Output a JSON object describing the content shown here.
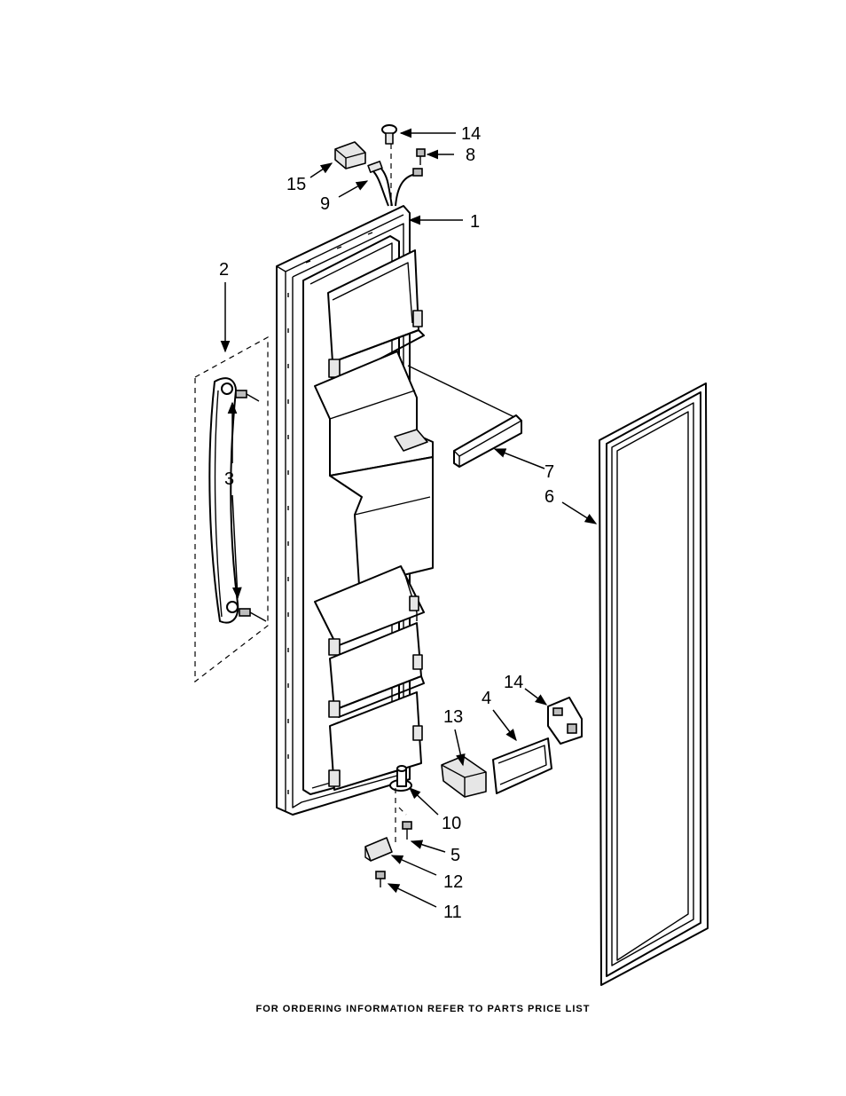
{
  "footer": "FOR ORDERING INFORMATION REFER TO PARTS PRICE LIST",
  "callouts": [
    {
      "id": "c1",
      "label": "1"
    },
    {
      "id": "c2",
      "label": "2"
    },
    {
      "id": "c3",
      "label": "3"
    },
    {
      "id": "c4",
      "label": "4"
    },
    {
      "id": "c5",
      "label": "5"
    },
    {
      "id": "c6",
      "label": "6"
    },
    {
      "id": "c7",
      "label": "7"
    },
    {
      "id": "c8",
      "label": "8"
    },
    {
      "id": "c9",
      "label": "9"
    },
    {
      "id": "c10",
      "label": "10"
    },
    {
      "id": "c11",
      "label": "11"
    },
    {
      "id": "c12",
      "label": "12"
    },
    {
      "id": "c13",
      "label": "13"
    },
    {
      "id": "c14a",
      "label": "14"
    },
    {
      "id": "c14b",
      "label": "14"
    },
    {
      "id": "c15",
      "label": "15"
    }
  ]
}
